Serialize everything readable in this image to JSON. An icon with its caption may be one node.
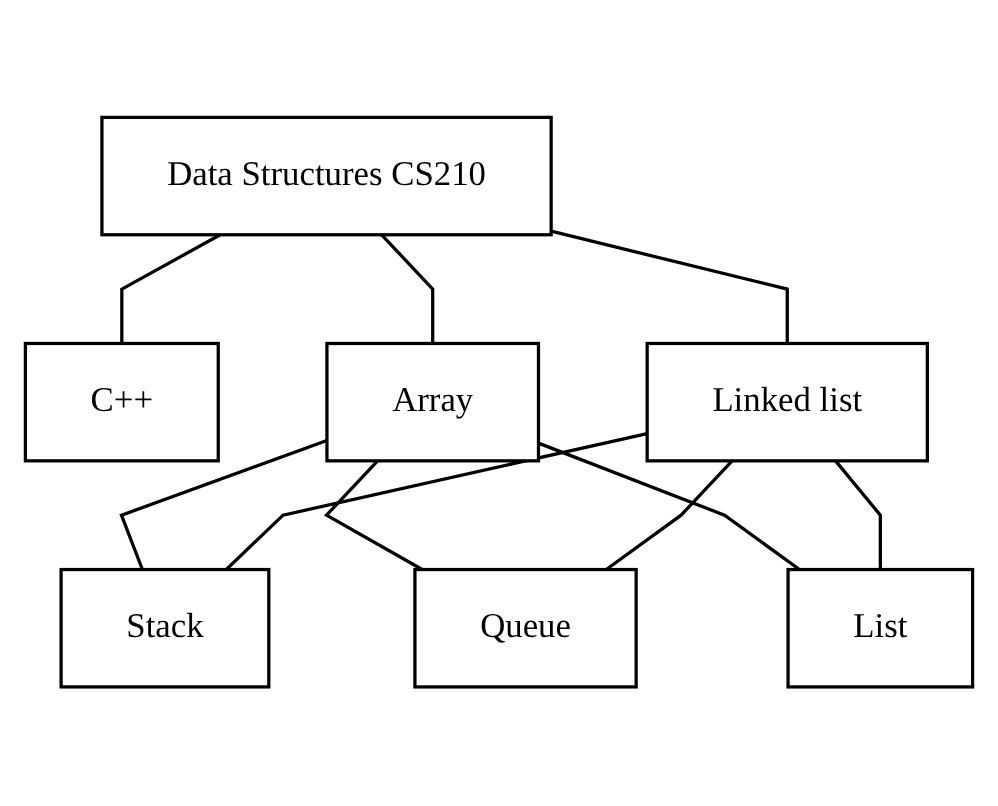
{
  "diagram": {
    "nodes": [
      {
        "text": [
          "Data Structures CS210"
        ]
      },
      {
        "text": [
          "C++"
        ]
      },
      {
        "text": [
          "Array"
        ]
      },
      {
        "text": [
          "Linked list"
        ]
      },
      {
        "text": [
          "Stack"
        ]
      },
      {
        "text": [
          "Queue"
        ]
      },
      {
        "text": [
          "List"
        ]
      }
    ],
    "edges": [
      {
        "from": 0,
        "to": 1,
        "arrow": "none"
      },
      {
        "from": 0,
        "to": 2,
        "arrow": "none"
      },
      {
        "from": 0,
        "to": 3,
        "arrow": "none"
      },
      {
        "from": 2,
        "to": 4,
        "arrow": "none"
      },
      {
        "from": 2,
        "to": 5,
        "arrow": "none"
      },
      {
        "from": 2,
        "to": 6,
        "arrow": "none"
      },
      {
        "from": 3,
        "to": 4,
        "arrow": "none"
      },
      {
        "from": 3,
        "to": 5,
        "arrow": "none"
      },
      {
        "from": 3,
        "to": 6,
        "arrow": "none"
      }
    ]
  }
}
